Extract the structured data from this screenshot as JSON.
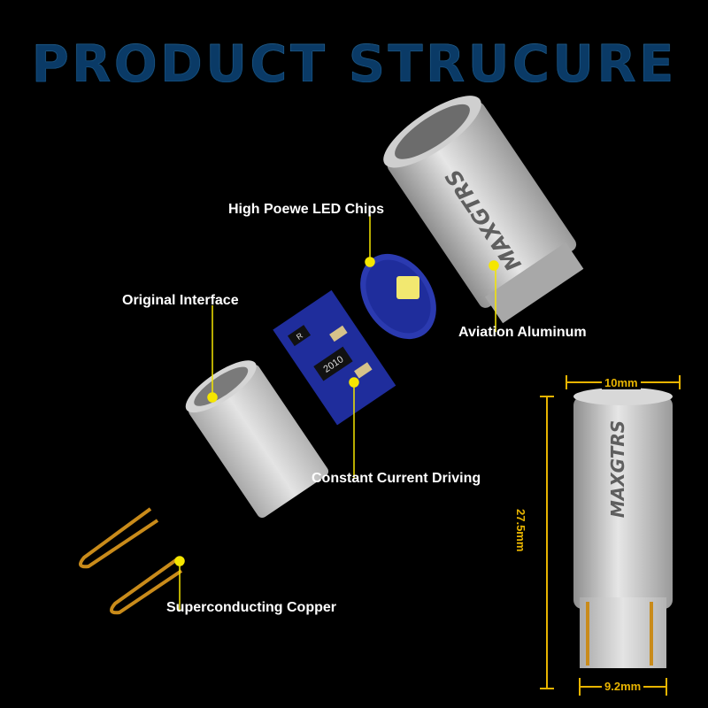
{
  "title": "PRODUCT STRUCURE",
  "brand": "MAXGTRS",
  "pcb_marking": "2010",
  "pcb_marking_r": "R",
  "labels": {
    "led_chips": "High Poewe LED Chips",
    "interface": "Original Interface",
    "aluminum": "Aviation Aluminum",
    "driving": "Constant Current Driving",
    "copper": "Superconducting Copper"
  },
  "dimensions": {
    "width_top": "10mm",
    "height": "27.5mm",
    "width_base": "9.2mm"
  },
  "colors": {
    "title": "#3fb6f2",
    "marker": "#f5e600",
    "dimension": "#e8b400",
    "pcb": "#1f2d9c",
    "wire": "#c98b1a"
  }
}
